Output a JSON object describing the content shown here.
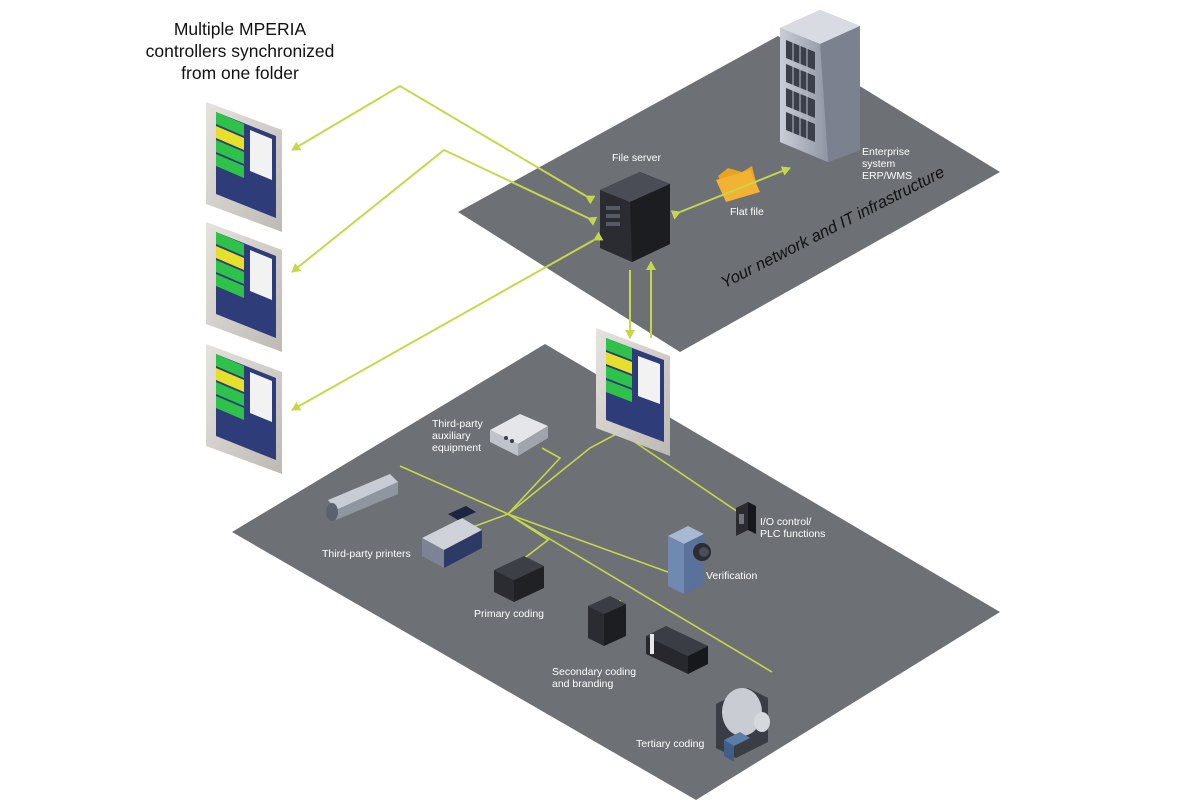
{
  "title": "Multiple MPERIA\ncontrollers synchronized\nfrom one folder",
  "infrastructure_label": "Your network and IT infrastructure",
  "labels": {
    "file_server": "File server",
    "enterprise_system": "Enterprise\nsystem\nERP/WMS",
    "flat_file": "Flat file",
    "third_party_auxiliary": "Third-party\nauxiliary\nequipment",
    "io_control": "I/O control/\nPLC functions",
    "third_party_printers": "Third-party printers",
    "verification": "Verification",
    "primary_coding": "Primary coding",
    "secondary_coding": "Secondary coding\nand branding",
    "tertiary_coding": "Tertiary coding"
  },
  "colors": {
    "platform": "#6d7075",
    "connector": "#c6d84a",
    "text_on_platform": "#ffffff",
    "folder": "#f2b233"
  }
}
